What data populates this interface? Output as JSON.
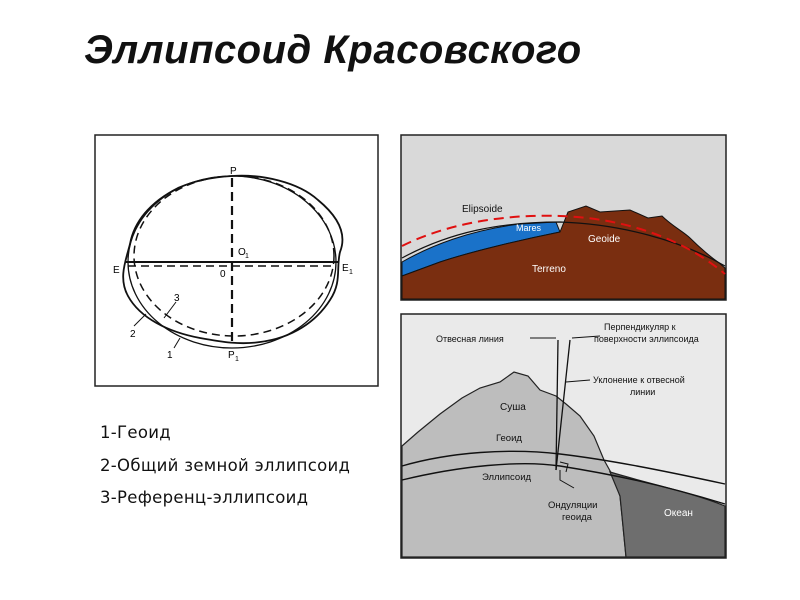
{
  "title": "Эллипсоид Красовского",
  "left_diagram": {
    "labels": {
      "p": "P",
      "p1": "P",
      "p1_sub": "1",
      "o1": "O",
      "o1_sub": "1",
      "o": "0",
      "e": "E",
      "e1": "E",
      "e1_sub": "1",
      "n1": "1",
      "n2": "2",
      "n3": "3"
    }
  },
  "legend": [
    "1-Геоид",
    "2-Общий земной эллипсоид",
    "3-Референц-эллипсоид"
  ],
  "top_right_diagram": {
    "labels": {
      "elipsoide": "Elipsoide",
      "mares": "Mares",
      "geoide": "Geoide",
      "terreno": "Terreno"
    },
    "colors": {
      "terrain": "#7a2e10",
      "sea": "#1a72c9",
      "ellipsoid": "#e01010",
      "sky": "#d9d9d9"
    }
  },
  "bottom_right_diagram": {
    "labels": {
      "plumb_line": "Отвесная линия",
      "perp_line1": "Перпендикуляр к",
      "perp_line2": "поверхности эллипсоида",
      "deviation_line1": "Уклонение к отвесной",
      "deviation_line2": "линии",
      "land": "Суша",
      "geoid": "Геоид",
      "ellipsoid": "Эллипсоид",
      "undulation_line1": "Ондуляции",
      "undulation_line2": "геоида",
      "ocean": "Океан"
    },
    "colors": {
      "land": "#bdbdbd",
      "ocean": "#6e6e6e",
      "sky": "#eaeaea"
    }
  }
}
